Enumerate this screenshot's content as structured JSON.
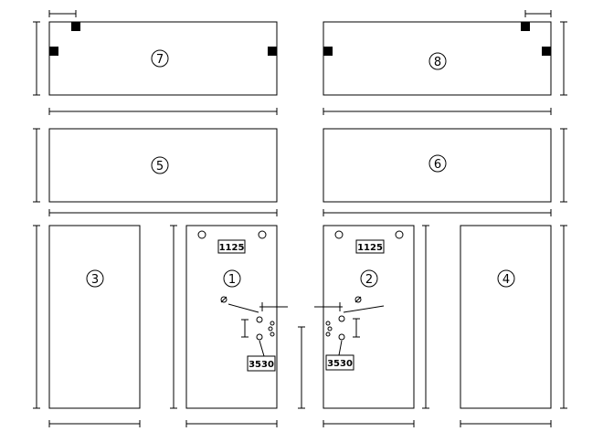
{
  "panels": [
    {
      "id": "7",
      "label": "7"
    },
    {
      "id": "8",
      "label": "8"
    },
    {
      "id": "5",
      "label": "5"
    },
    {
      "id": "6",
      "label": "6"
    },
    {
      "id": "3",
      "label": "3"
    },
    {
      "id": "1",
      "label": "1"
    },
    {
      "id": "2",
      "label": "2"
    },
    {
      "id": "4",
      "label": "4"
    }
  ],
  "codes": {
    "left_top": "1125",
    "right_top": "1125",
    "left_bottom": "3530",
    "right_bottom": "3530"
  }
}
